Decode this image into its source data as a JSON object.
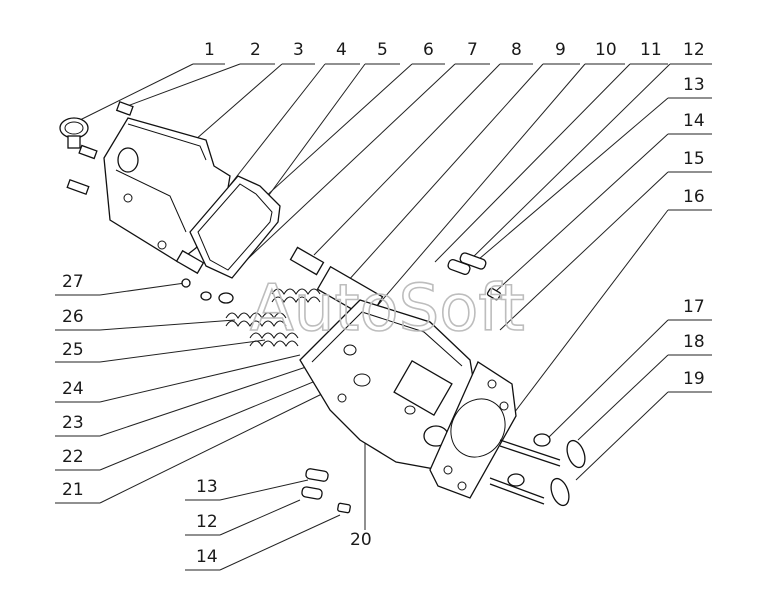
{
  "watermark": "AutoSoft",
  "labels": {
    "l1": "1",
    "l2": "2",
    "l3": "3",
    "l4": "4",
    "l5": "5",
    "l6": "6",
    "l7": "7",
    "l8": "8",
    "l9": "9",
    "l10": "10",
    "l11": "11",
    "l12": "12",
    "l13": "13",
    "l14": "14",
    "l15": "15",
    "l16": "16",
    "l17": "17",
    "l18": "18",
    "l19": "19",
    "l20": "20",
    "l21": "21",
    "l22": "22",
    "l23": "23",
    "l24": "24",
    "l25": "25",
    "l26": "26",
    "l27": "27",
    "b13": "13",
    "b12": "12",
    "b14": "14"
  }
}
